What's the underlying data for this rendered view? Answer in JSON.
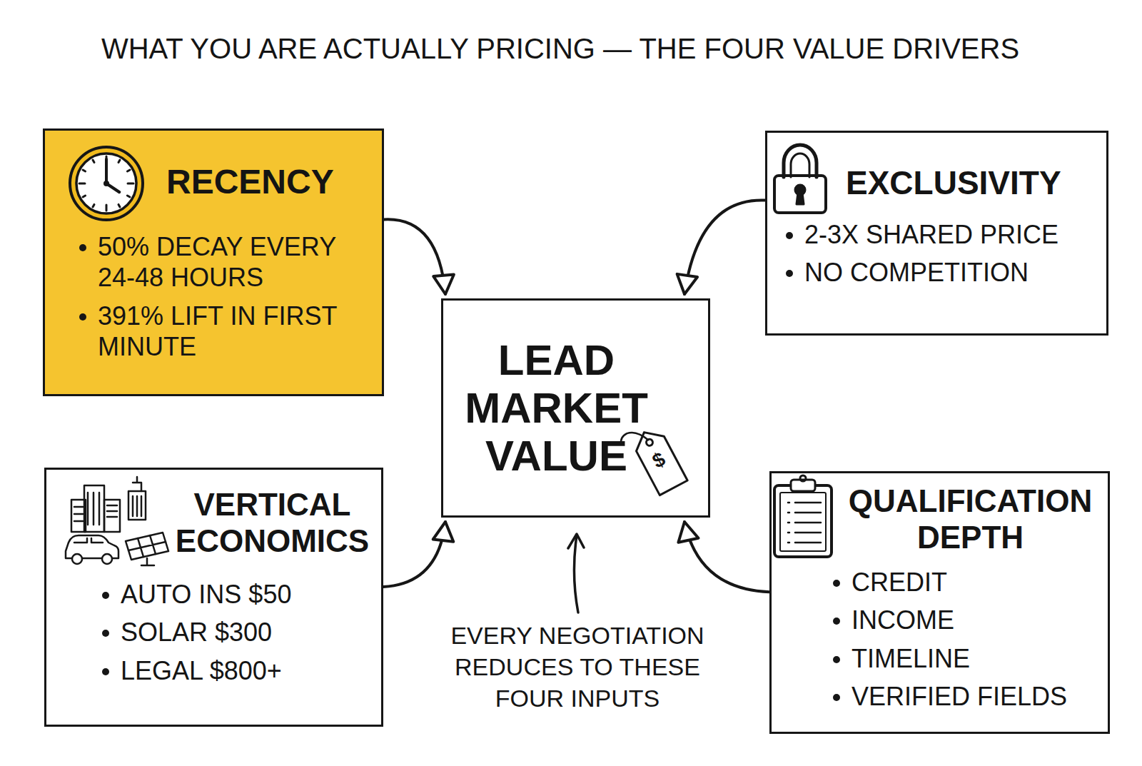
{
  "diagram": {
    "title": "WHAT YOU ARE ACTUALLY PRICING — THE FOUR VALUE DRIVERS",
    "nodes": [
      {
        "text": [
          "RECENCY",
          "50% DECAY EVERY 24-48 HOURS",
          "391% LIFT IN FIRST MINUTE"
        ]
      },
      {
        "text": [
          "EXCLUSIVITY",
          "2-3X SHARED PRICE",
          "NO COMPETITION"
        ]
      },
      {
        "text": [
          "LEAD MARKET VALUE"
        ]
      },
      {
        "text": [
          "VERTICAL ECONOMICS",
          "AUTO INS $50",
          "SOLAR $300",
          "LEGAL $800+"
        ]
      },
      {
        "text": [
          "QUALIFICATION DEPTH",
          "CREDIT",
          "INCOME",
          "TIMELINE",
          "VERIFIED FIELDS"
        ]
      }
    ],
    "edges": [
      {
        "from": 0,
        "to": 2,
        "arrow": "to"
      },
      {
        "from": 1,
        "to": 2,
        "arrow": "to"
      },
      {
        "from": 3,
        "to": 2,
        "arrow": "to"
      },
      {
        "from": 4,
        "to": 2,
        "arrow": "to"
      }
    ],
    "labels": [
      "EVERY NEGOTIATION REDUCES TO THESE FOUR INPUTS",
      "$"
    ]
  }
}
